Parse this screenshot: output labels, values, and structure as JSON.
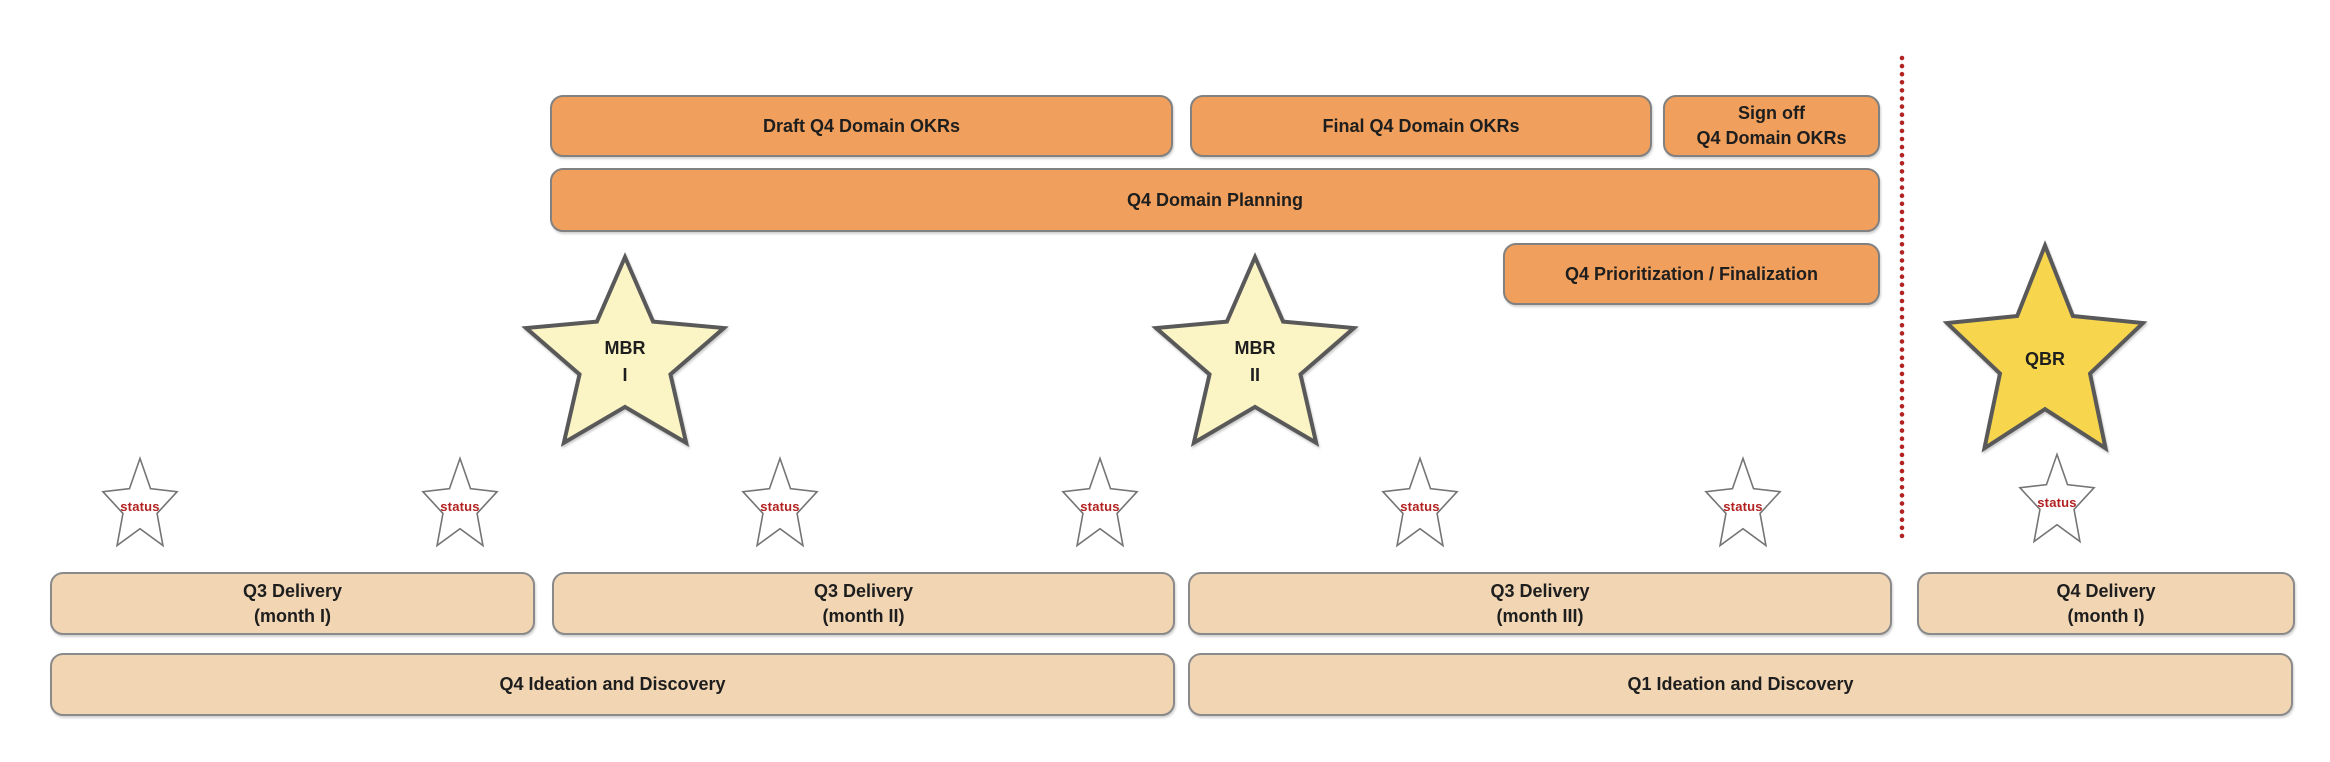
{
  "colors": {
    "orange": "#F0A05C",
    "bar-border": "#818181",
    "tan": "#F2D6B4",
    "tan-border": "#8A8A8A",
    "pale-yellow": "#FBF4C5",
    "gold": "#F7D64D",
    "star-border": "#595959",
    "status-border": "#757575",
    "red": "#B22222",
    "text": "#1E1E1E"
  },
  "planning": {
    "draft": "Draft Q4 Domain OKRs",
    "final": "Final Q4 Domain OKRs",
    "signoff": "Sign off\nQ4 Domain OKRs",
    "domain_planning": "Q4 Domain Planning",
    "prioritization": "Q4 Prioritization / Finalization"
  },
  "milestones": {
    "mbr1": "MBR\nI",
    "mbr2": "MBR\nII",
    "qbr": "QBR"
  },
  "status_label": "status",
  "delivery": {
    "q3_m1": "Q3 Delivery\n(month I)",
    "q3_m2": "Q3 Delivery\n(month II)",
    "q3_m3": "Q3 Delivery\n(month III)",
    "q4_m1": "Q4 Delivery\n(month I)"
  },
  "ideation": {
    "q4": "Q4 Ideation and Discovery",
    "q1": "Q1 Ideation and Discovery"
  }
}
